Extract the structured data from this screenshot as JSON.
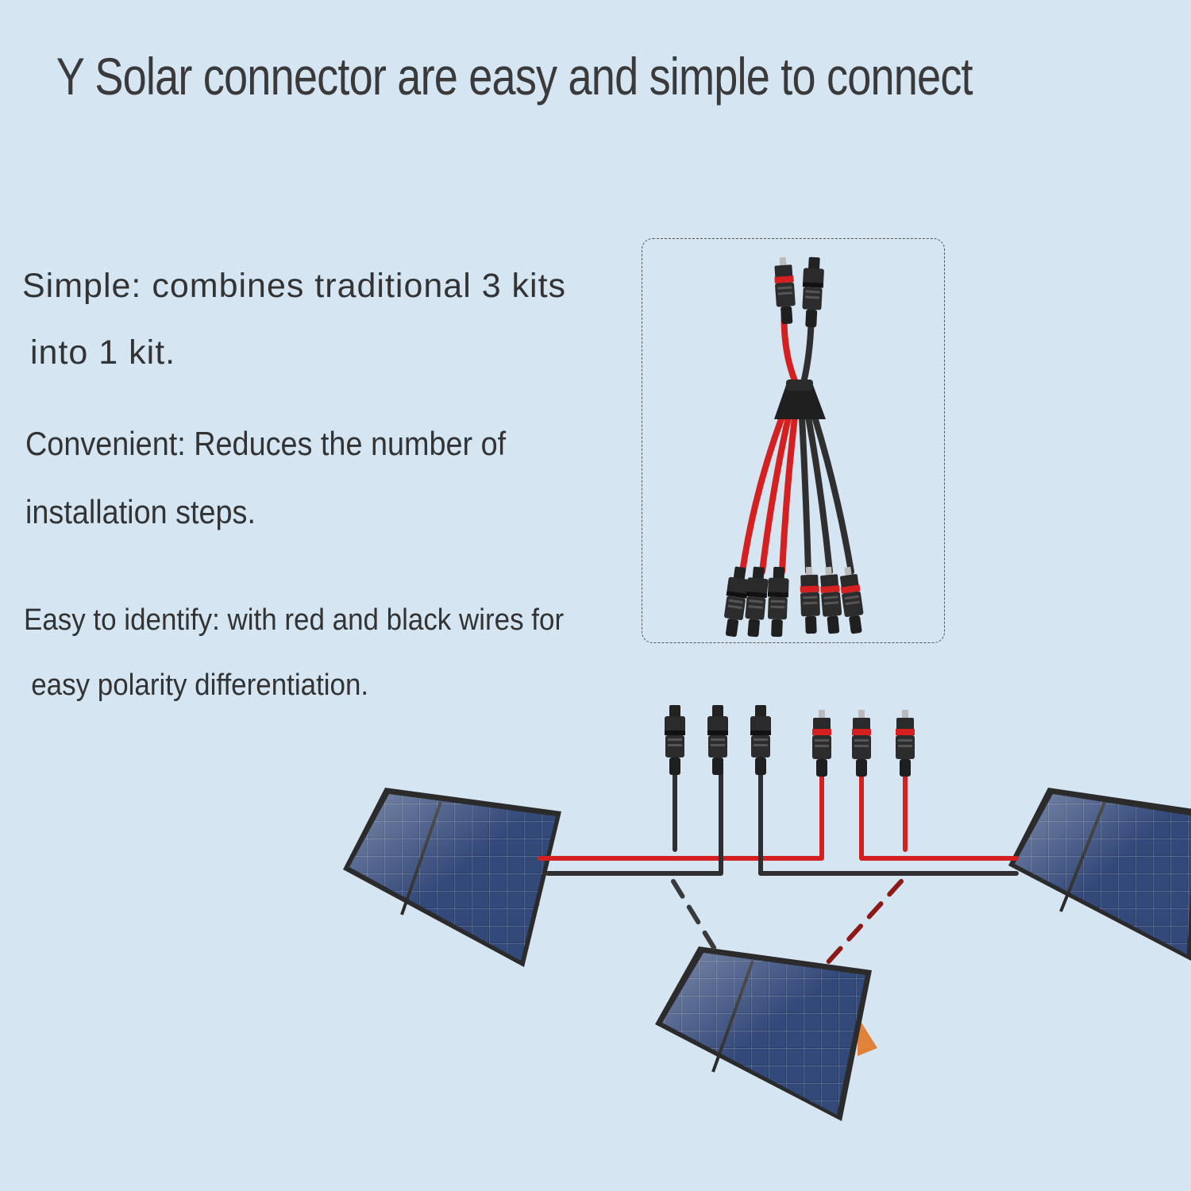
{
  "headline": "Y Solar connector are easy and simple to connect",
  "features": [
    {
      "line1": "Simple: combines traditional 3 kits",
      "line2": "into 1 kit."
    },
    {
      "line1": "Convenient: Reduces the number of",
      "line2": "installation steps."
    },
    {
      "line1": "Easy to identify: with red and black wires for",
      "line2": "easy polarity differentiation."
    }
  ],
  "colors": {
    "background": "#d5e6f2",
    "positive_wire": "#d42020",
    "negative_wire": "#333333",
    "panel_cell": "#2a3d68",
    "panel_frame": "#2b2b2b",
    "kickstand": "#e0823a"
  },
  "icons": [
    "y-branch-connector-icon",
    "solar-panel-icon",
    "mc4-connector-icon"
  ]
}
